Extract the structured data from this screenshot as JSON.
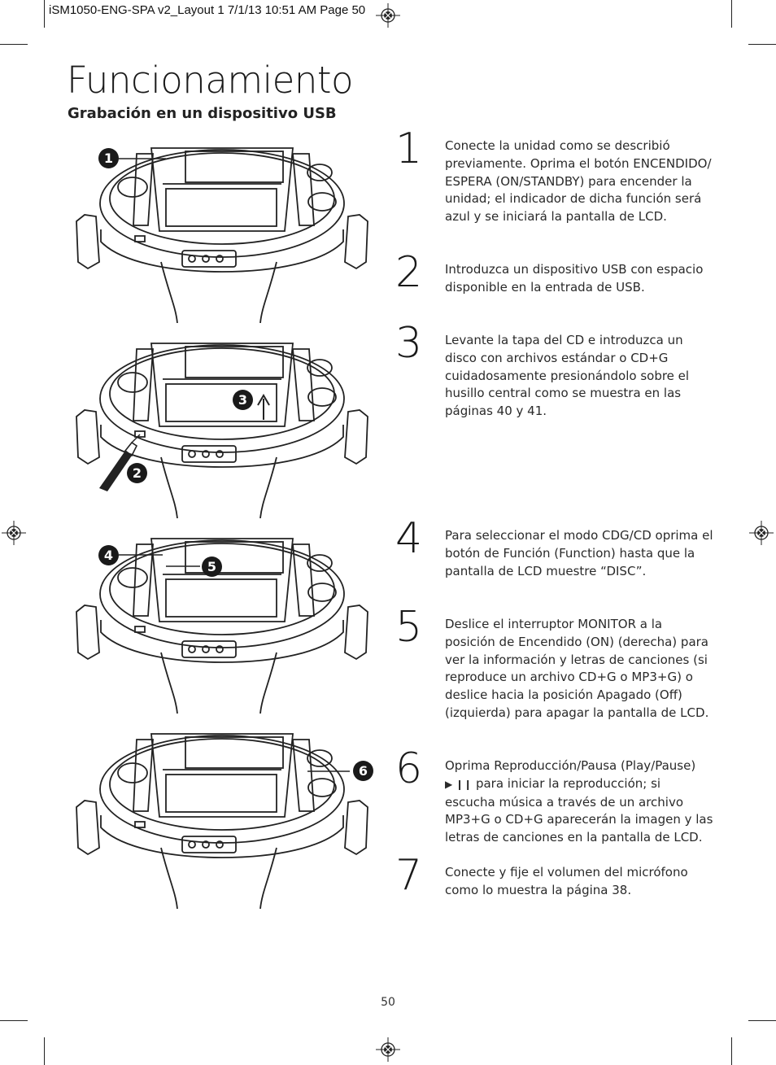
{
  "slug": "iSM1050-ENG-SPA v2_Layout 1  7/1/13  10:51 AM  Page 50",
  "title": "Funcionamiento",
  "subtitle": "Grabación en un dispositivo USB",
  "steps": [
    {
      "num": "1",
      "text": "Conecte la unidad como se describió previamente. Oprima el botón ENCENDIDO/ ESPERA (ON/STANDBY) para encender la unidad; el indicador de dicha función será azul y se iniciará la pantalla de LCD."
    },
    {
      "num": "2",
      "text": "Introduzca un dispositivo USB con espacio disponible en la entrada de USB."
    },
    {
      "num": "3",
      "text": "Levante la tapa del CD e introduzca un disco con archivos estándar o CD+G cuidadosamente presionándolo sobre el husillo central como se muestra en las páginas 40 y 41."
    },
    {
      "num": "4",
      "text": "Para seleccionar el modo CDG/CD oprima el botón de Función (Function) hasta que la pantalla de LCD muestre “DISC”."
    },
    {
      "num": "5",
      "text": "Deslice el interruptor MONITOR a la posición de Encendido (ON) (derecha) para ver la información y letras de canciones (si reproduce un archivo CD+G o MP3+G) o deslice hacia la posición Apagado (Off) (izquierda) para apagar la pantalla de LCD."
    },
    {
      "num": "6",
      "text_before": "Oprima Reproducción/Pausa (Play/Pause)",
      "play_symbol": "▶ ❙❙",
      "text_after": "para iniciar la reproducción; si escucha música a través de un archivo MP3+G o CD+G aparecerán la imagen y las letras de canciones en la pantalla de LCD."
    },
    {
      "num": "7",
      "text": "Conecte y fije el volumen del micrófono como lo muestra la página 38."
    }
  ],
  "callouts": [
    "1",
    "2",
    "3",
    "4",
    "5",
    "6"
  ],
  "page_number": "50"
}
